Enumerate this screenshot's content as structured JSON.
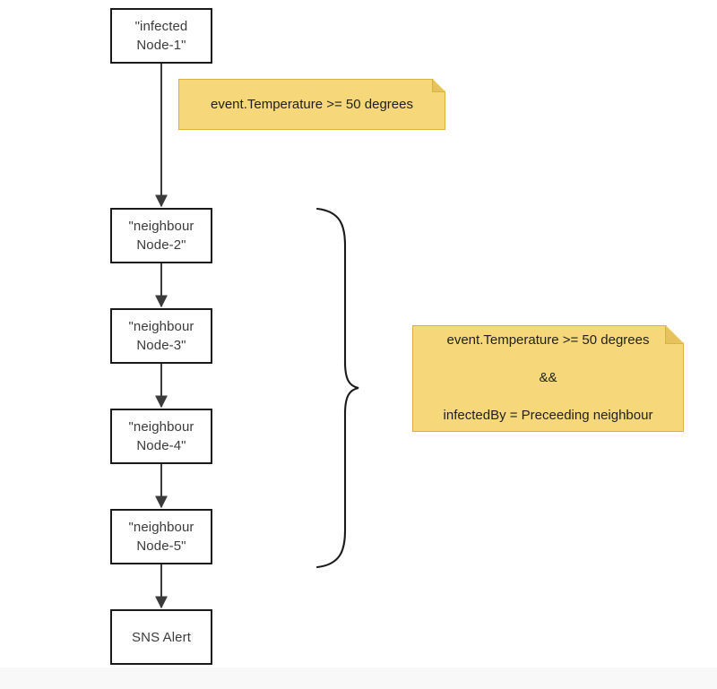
{
  "diagram": {
    "type": "flowchart",
    "title": "",
    "background_color": "#ffffff",
    "node_border_color": "#1a1a1a",
    "node_fill_color": "#ffffff",
    "note_fill_color": "#f6d87a",
    "note_fold_color": "#e5c25c",
    "note_border_color": "#d9b43c",
    "edge_color": "#3b3b3b",
    "nodes": [
      {
        "id": "node-1",
        "line1": "\"infected",
        "line2": "Node-1\"",
        "text": "\"infected\nNode-1\""
      },
      {
        "id": "node-2",
        "line1": "\"neighbour",
        "line2": "Node-2\"",
        "text": "\"neighbour\nNode-2\""
      },
      {
        "id": "node-3",
        "line1": "\"neighbour",
        "line2": "Node-3\"",
        "text": "\"neighbour\nNode-3\""
      },
      {
        "id": "node-4",
        "line1": "\"neighbour",
        "line2": "Node-4\"",
        "text": "\"neighbour\nNode-4\""
      },
      {
        "id": "node-5",
        "line1": "\"neighbour",
        "line2": "Node-5\"",
        "text": "\"neighbour\nNode-5\""
      },
      {
        "id": "node-sns",
        "line1": "SNS Alert",
        "line2": "",
        "text": "SNS Alert"
      }
    ],
    "notes": [
      {
        "id": "note-single",
        "lines": [
          "event.Temperature >= 50 degrees"
        ]
      },
      {
        "id": "note-multi",
        "lines": [
          "event.Temperature >= 50 degrees",
          "&&",
          "infectedBy = Preceeding neighbour"
        ]
      }
    ],
    "brace": {
      "id": "grouping-brace",
      "orientation": "right-pointing",
      "spans_nodes": [
        "node-2",
        "node-3",
        "node-4",
        "node-5"
      ]
    }
  }
}
